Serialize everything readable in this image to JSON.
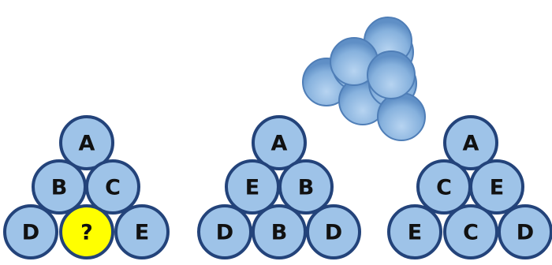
{
  "colors": {
    "ball_fill": "#9ec3e8",
    "ball_stroke": "#23437a",
    "highlight_fill": "#ffff00",
    "shaded_fill": "#86b1dd",
    "shaded_stroke": "#4f7eb7"
  },
  "pyramids": [
    {
      "name": "pyramid-1",
      "rows": [
        [
          "A"
        ],
        [
          "B",
          "C"
        ],
        [
          "D",
          "?",
          "E"
        ]
      ],
      "highlight": "?"
    },
    {
      "name": "pyramid-2",
      "rows": [
        [
          "A"
        ],
        [
          "E",
          "B"
        ],
        [
          "D",
          "B",
          "D"
        ]
      ]
    },
    {
      "name": "pyramid-3",
      "rows": [
        [
          "A"
        ],
        [
          "C",
          "E"
        ],
        [
          "E",
          "C",
          "D"
        ]
      ]
    }
  ],
  "stack_3d": {
    "ball_count": 9
  }
}
